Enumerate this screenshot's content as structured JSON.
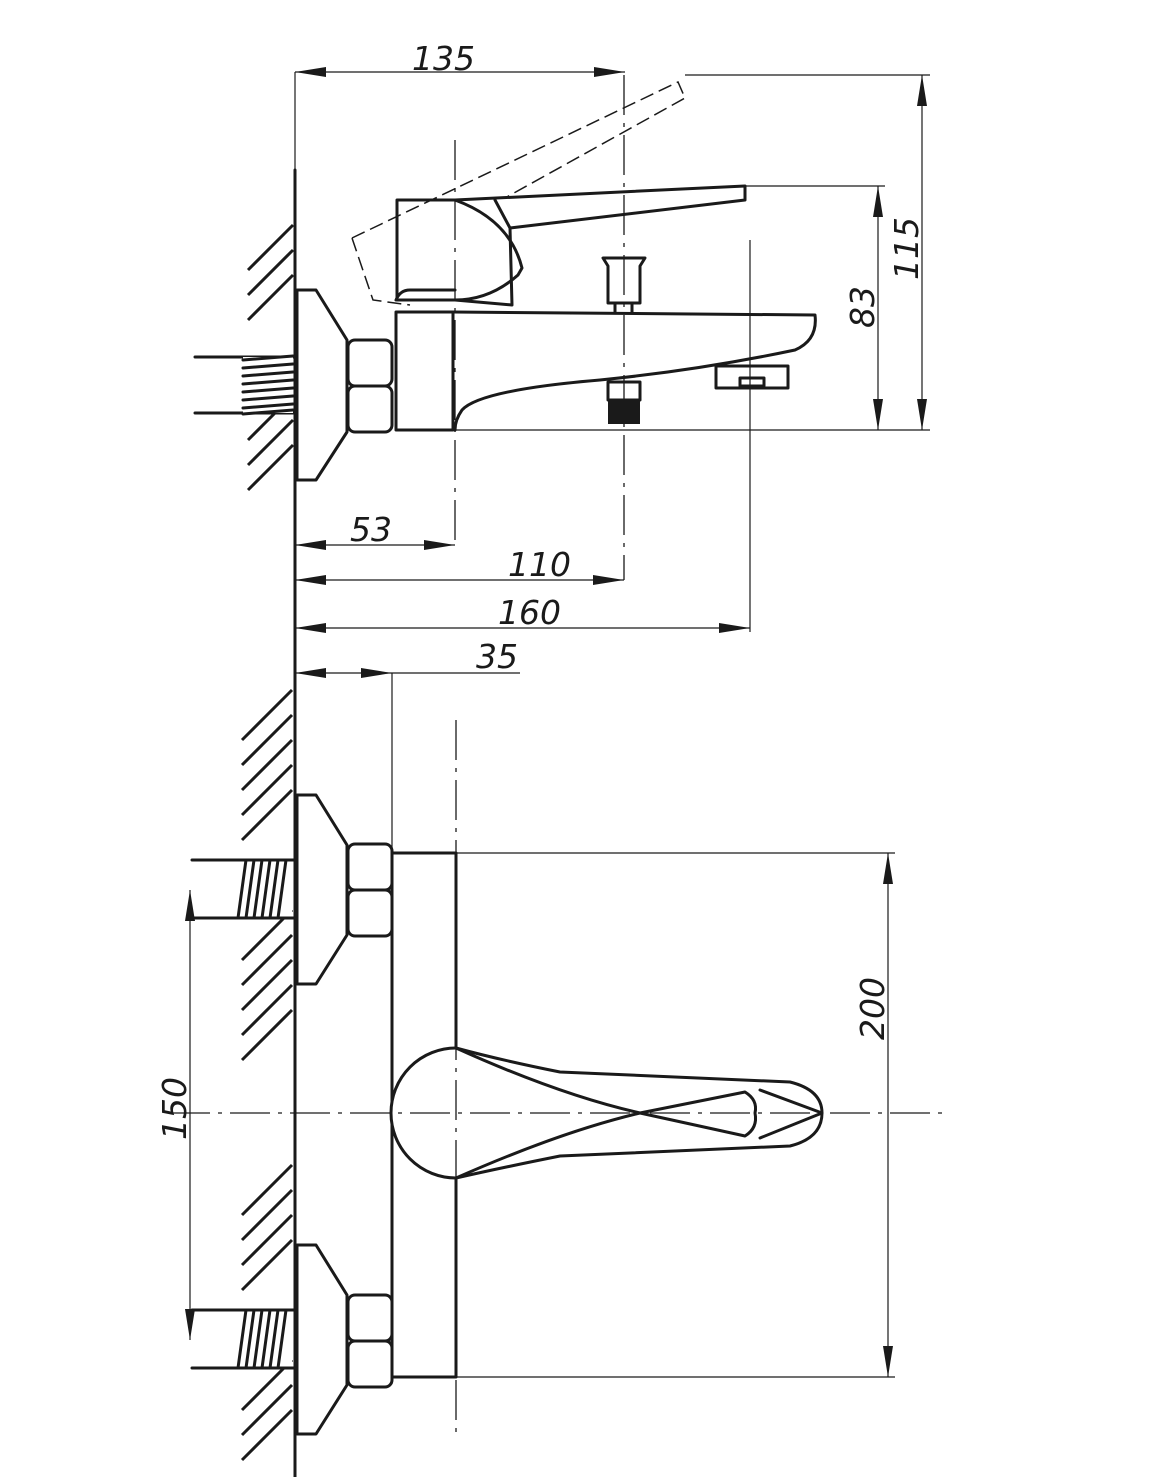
{
  "dimensions": {
    "side_view": {
      "overall_depth": "135",
      "overall_height": "115",
      "spout_height": "83",
      "lever_axis_offset": "53",
      "diverter_offset": "110",
      "spout_reach": "160"
    },
    "front_view": {
      "body_offset": "35",
      "inlet_spacing": "150",
      "body_height": "200"
    }
  },
  "colors": {
    "line": "#1a1a1a",
    "background": "#ffffff"
  }
}
